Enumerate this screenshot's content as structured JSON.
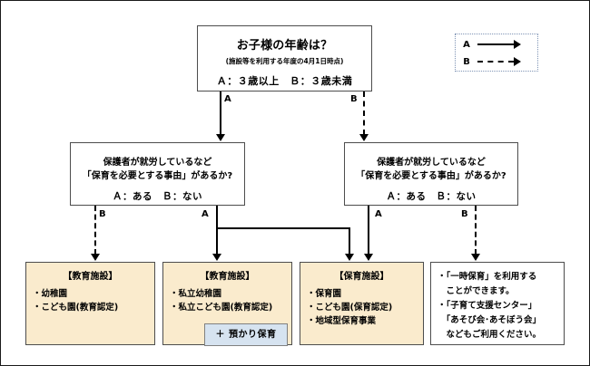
{
  "diagram": {
    "title_hidden": "",
    "legend": {
      "name": "legend",
      "rows": [
        {
          "label": "A",
          "style": "solid-arrow"
        },
        {
          "label": "B",
          "style": "dashed-arrow"
        }
      ]
    },
    "nodes": {
      "root": {
        "title": "お子様の年齢は？",
        "subtitle": "(施設等を利用する年度の4月1日時点)",
        "options": "Ａ：３歳以上　Ｂ：３歳未満"
      },
      "mid_left": {
        "line1": "保護者が就労しているなど",
        "line2": "「保育を必要とする事由」があるか?",
        "options": "Ａ：ある　Ｂ：ない"
      },
      "mid_right": {
        "line1": "保護者が就労しているなど",
        "line2": "「保育を必要とする事由」があるか?",
        "options": "Ａ：ある　Ｂ：ない"
      },
      "out1": {
        "head": "【教育施設】",
        "items": [
          "・幼稚園",
          "・こども園(教育認定)"
        ]
      },
      "out2": {
        "head": "【教育施設】",
        "items": [
          "・私立幼稚園",
          "・私立こども園(教育認定)"
        ],
        "addon": "＋ 預かり保育"
      },
      "out3": {
        "head": "【保育施設】",
        "items": [
          "・保育園",
          "・こども園(保育認定)",
          "・地域型保育事業"
        ]
      },
      "out4": {
        "head": "",
        "items": [
          "・「一時保育」を利用する",
          "　ことができます。",
          "・「子育て支援センター」",
          "　「あそび会･あそぼう会」",
          "　などもご利用ください。"
        ]
      }
    },
    "edges": [
      {
        "name": "root-to-mid-left",
        "label": "A",
        "style": "solid"
      },
      {
        "name": "root-to-mid-right",
        "label": "B",
        "style": "dashed"
      },
      {
        "name": "mid-left-to-out1",
        "label": "B",
        "style": "dashed"
      },
      {
        "name": "mid-left-to-out2",
        "label": "A",
        "style": "solid"
      },
      {
        "name": "mid-left-to-out3",
        "label": "",
        "style": "solid"
      },
      {
        "name": "mid-right-to-out3",
        "label": "A",
        "style": "solid"
      },
      {
        "name": "mid-right-to-out4",
        "label": "B",
        "style": "dashed"
      }
    ],
    "colors": {
      "outcome_fill": "#FAEBCD",
      "addon_fill": "#D6E3F0",
      "border": "#4D4D4D",
      "line": "#000000",
      "legend_border": "#7F94B5"
    }
  }
}
